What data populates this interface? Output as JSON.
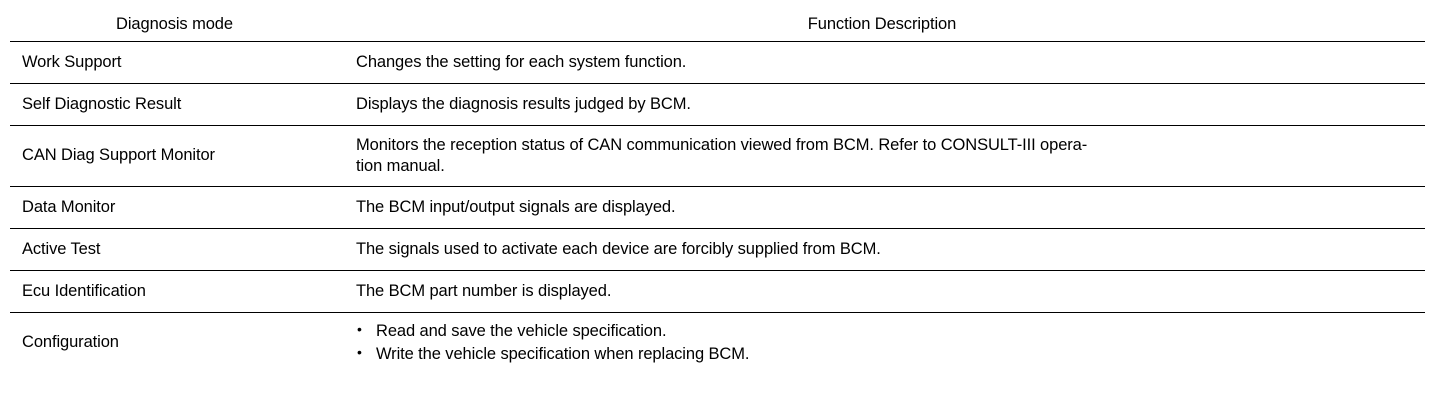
{
  "table": {
    "headers": {
      "mode": "Diagnosis mode",
      "description": "Function Description"
    },
    "rows": [
      {
        "mode": "Work Support",
        "description": "Changes the setting for each system function."
      },
      {
        "mode": "Self Diagnostic Result",
        "description": "Displays the diagnosis results judged by BCM."
      },
      {
        "mode": "CAN Diag Support Monitor",
        "description_line1": "Monitors the reception status of CAN communication viewed from BCM. Refer to CONSULT-III opera-",
        "description_line2": "tion manual."
      },
      {
        "mode": "Data Monitor",
        "description": "The BCM input/output signals are displayed."
      },
      {
        "mode": "Active Test",
        "description": "The signals used to activate each device are forcibly supplied from BCM."
      },
      {
        "mode": "Ecu Identification",
        "description": "The BCM part number is displayed."
      },
      {
        "mode": "Configuration",
        "bullets": [
          "Read and save the vehicle specification.",
          "Write the vehicle specification when replacing BCM."
        ],
        "bullet_glyph": "•"
      }
    ]
  },
  "colors": {
    "text": "#000000",
    "rule": "#000000",
    "background": "#ffffff"
  }
}
